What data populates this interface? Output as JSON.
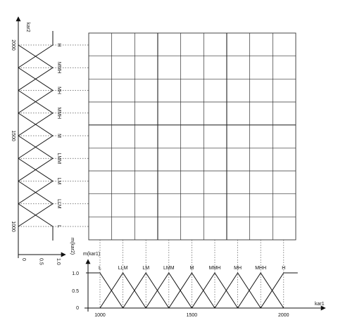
{
  "left_axis": {
    "label": "kar2",
    "mu_label": "m(kar2)",
    "value_ticks": [
      "2000",
      "1500",
      "1000"
    ],
    "mu_ticks": [
      "0",
      "0.5",
      "1.0"
    ],
    "sets": [
      "H",
      "MMH",
      "MH",
      "MMH",
      "M",
      "LMM",
      "LM",
      "LLM",
      "L"
    ]
  },
  "bottom_axis": {
    "label": "kar1",
    "mu_label": "m(kar1)",
    "value_ticks": [
      "1000",
      "1500",
      "2000"
    ],
    "mu_ticks": [
      "1.0",
      "0.5",
      "0"
    ],
    "sets": [
      "L",
      "LLM",
      "LM",
      "LMM",
      "M",
      "MMH",
      "MH",
      "MHH",
      "H"
    ]
  },
  "grid": {
    "rows": 9,
    "cols": 9
  }
}
